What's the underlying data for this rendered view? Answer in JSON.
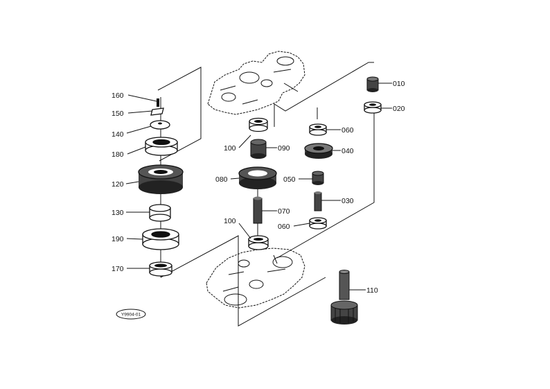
{
  "diagram": {
    "reference_code": "Y9904-01",
    "part_numbers": [
      "010",
      "020",
      "030",
      "040",
      "050",
      "060",
      "070",
      "080",
      "090",
      "100",
      "110",
      "120",
      "130",
      "140",
      "150",
      "160",
      "170",
      "180",
      "190"
    ],
    "labels": {
      "p160": "160",
      "p150": "150",
      "p140": "140",
      "p180": "180",
      "p120": "120",
      "p130": "130",
      "p190": "190",
      "p170": "170",
      "p100a": "100",
      "p090": "090",
      "p080": "080",
      "p070": "070",
      "p100b": "100",
      "p060a": "060",
      "p040": "040",
      "p050": "050",
      "p030": "030",
      "p060b": "060",
      "p010": "010",
      "p020": "020",
      "p110": "110"
    }
  }
}
